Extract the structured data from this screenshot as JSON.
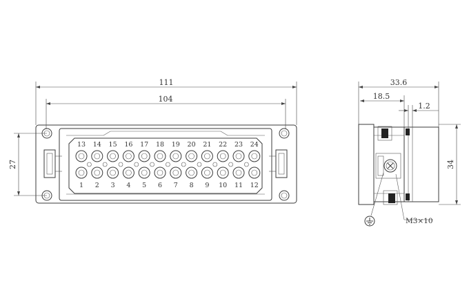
{
  "dimensions": {
    "overall_width": "111",
    "inner_width": "104",
    "height_front": "27",
    "side_depth": "33.6",
    "side_partial": "18.5",
    "side_offset": "1.2",
    "side_height": "34"
  },
  "callouts": {
    "screw": "M3×10"
  },
  "pins": {
    "top_row": [
      "13",
      "14",
      "15",
      "16",
      "17",
      "18",
      "19",
      "20",
      "21",
      "22",
      "23",
      "24"
    ],
    "bottom_row": [
      "1",
      "2",
      "3",
      "4",
      "5",
      "6",
      "7",
      "8",
      "9",
      "10",
      "11",
      "12"
    ]
  },
  "icons": {
    "ground": "ground-symbol-icon",
    "screw": "cross-head-screw-icon"
  }
}
